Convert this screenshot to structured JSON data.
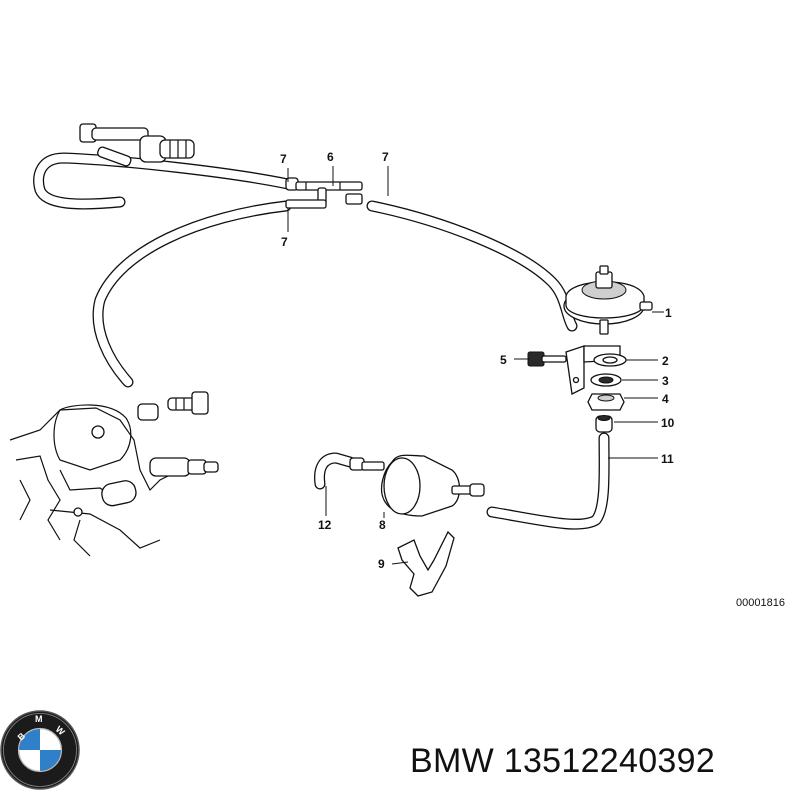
{
  "diagram": {
    "callouts": {
      "c1": "1",
      "c2": "2",
      "c3": "3",
      "c4": "4",
      "c5": "5",
      "c6": "6",
      "c7a": "7",
      "c7b": "7",
      "c7c": "7",
      "c8": "8",
      "c9": "9",
      "c10": "10",
      "c11": "11",
      "c12": "12"
    },
    "figure_number": "00001816"
  },
  "logo": {
    "brand": "BMW",
    "colors": {
      "ring": "#1b1b1b",
      "blue": "#2f7fc9",
      "white": "#ffffff"
    }
  },
  "caption": "BMW 13512240392"
}
